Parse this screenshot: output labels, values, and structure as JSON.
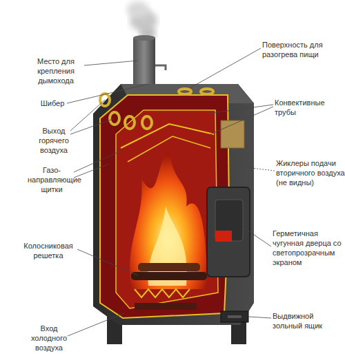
{
  "diagram": {
    "labels": [
      "Место для крепления дымохода",
      "Шибер",
      "Выход горячего воздуха",
      "Газо- направляющие щитки",
      "Колосниковая решетка",
      "Вход холодного воздуха",
      "Поверхность для разогрева пищи",
      "Конвективные трубы",
      "Жиклеры подачи вторичного воздуха (не видны)",
      "Герметичная чугунная дверца со светопрозрачным экраном",
      "Выдвижной зольный ящик"
    ]
  }
}
